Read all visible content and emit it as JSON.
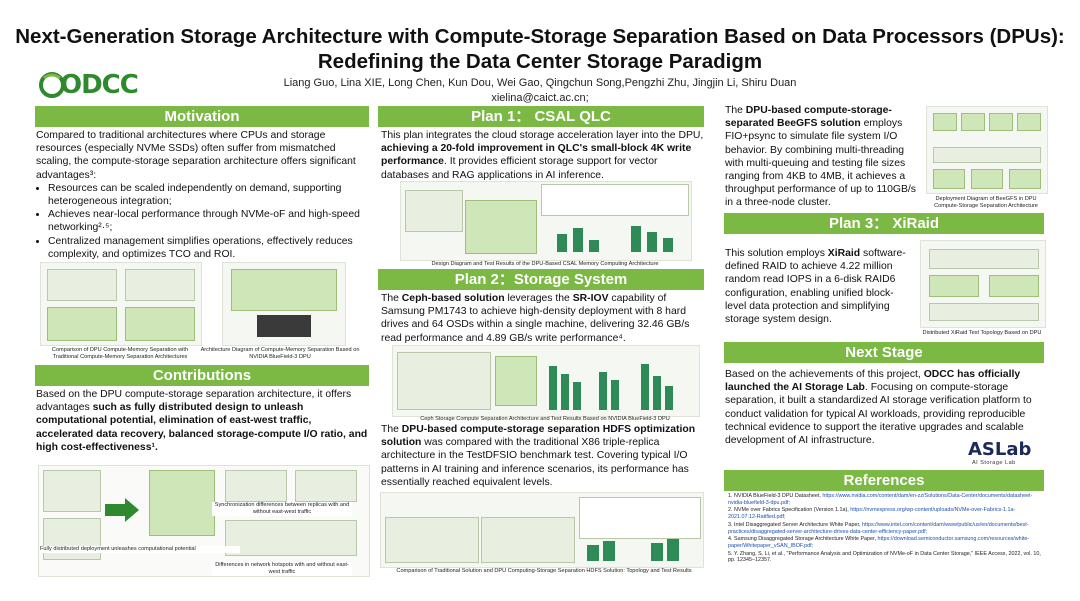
{
  "title": "Next-Generation Storage Architecture with Compute-Storage Separation Based on Data Processors (DPUs): Redefining the Data Center Storage Paradigm",
  "authors": "Liang Guo, Lina XIE, Long Chen, Kun Dou, Wei Gao, Qingchun Song,Pengzhi Zhu, Jingjin Li, Shiru Duan",
  "email": "xielina@caict.ac.cn;",
  "logo": "ODCC",
  "motivation": {
    "heading": "Motivation",
    "intro": "Compared to traditional architectures where CPUs and storage resources (especially NVMe SSDs) often suffer from mismatched scaling, the compute-storage separation architecture offers significant advantages³:",
    "bullets": [
      "Resources can be scaled independently on demand, supporting heterogeneous integration;",
      "Achieves near-local performance through NVMe-oF and high-speed networking²·⁵;",
      "Centralized management simplifies operations, effectively reduces complexity, and optimizes TCO and ROI."
    ],
    "cap1": "Comparison of DPU Compute-Memory Separation with Traditional Compute-Memory Separation Architectures",
    "cap2": "Architecture Diagram of Compute-Memory Separation Based on NVIDIA BlueField-3 DPU"
  },
  "contributions": {
    "heading": "Contributions",
    "lead": "Based on the DPU compute-storage separation architecture, it offers advantages ",
    "bold": "such as fully distributed design to unleash computational potential, elimination of east-west traffic, accelerated data recovery, balanced storage-compute I/O ratio, and high cost-effectiveness¹.",
    "cap_left": "Fully distributed deployment unleashes computational potential",
    "cap_mid": "Synchronization differences between replicas with and without east-west traffic",
    "cap_bottom": "Differences in network hotspots with and without east-west traffic"
  },
  "plan1": {
    "heading": "Plan 1： CSAL QLC",
    "lead": "This plan integrates the cloud storage acceleration layer into the DPU, ",
    "bold": "achieving a 20-fold improvement in QLC's small-block 4K write performance",
    "tail": ". It provides efficient storage support for vector databases and RAG applications in AI inference.",
    "cap": "Design Diagram and Test Results of the DPU-Based CSAL Memory Computing Architecture"
  },
  "plan2": {
    "heading": "Plan 2：Storage System",
    "p1_a": "The ",
    "p1_b1": "Ceph-based solution",
    "p1_c": " leverages the ",
    "p1_b2": "SR-IOV",
    "p1_d": " capability of Samsung PM1743 to achieve high-density deployment with 8 hard drives and 64 OSDs within a single machine, delivering 32.46 GB/s read performance and 4.89 GB/s write performance⁴.",
    "cap1": "Ceph Storage Compute Separation Architecture and Test Results Based on NVIDIA BlueField-3 DPU",
    "p2_a": "The ",
    "p2_b": "DPU-based compute-storage separation HDFS optimization solution",
    "p2_c": " was compared with the traditional X86 triple-replica architecture in the TestDFSIO benchmark test. Covering typical I/O patterns in AI training and inference scenarios, its performance has essentially reached equivalent levels.",
    "cap2": "Comparison of Traditional Solution and DPU Computing-Storage Separation HDFS Solution: Topology and Test Results"
  },
  "beegfs": {
    "a": "The ",
    "b": "DPU-based compute-storage-separated BeeGFS solution",
    "c": " employs FIO+psync to simulate file system I/O behavior. By combining multi-threading with multi-queuing and testing file sizes ranging from 4KB to 4MB, it achieves a throughput performance of up to 110GB/s in a three-node cluster.",
    "cap": "Deployment Diagram of BeeGFS in DPU Compute-Storage Separation Architecture"
  },
  "plan3": {
    "heading": "Plan 3： XiRaid",
    "a": "This solution employs ",
    "b": "XiRaid",
    "c": " software-defined RAID to achieve 4.22 million random read IOPS in a 6-disk RAID6 configuration, enabling unified block-level data protection and simplifying storage system design.",
    "cap": "Distributed XiRaid Test Topology Based on DPU"
  },
  "next": {
    "heading": "Next Stage",
    "a": "Based on the achievements of this project, ",
    "b": "ODCC has officially launched the AI Storage Lab",
    "c": ". Focusing on compute-storage separation, it built a standardized AI storage verification platform to conduct validation for typical AI workloads, providing reproducible technical evidence to support the iterative upgrades and scalable development of AI infrastructure.",
    "logo_main": "ASLab",
    "logo_sub": "AI Storage Lab"
  },
  "references": {
    "heading": "References",
    "items": [
      {
        "n": "1.",
        "t": "NVIDIA BlueField-3 DPU Datasheet, ",
        "u": "https://www.nvidia.com/content/dam/en-zz/Solutions/Data-Center/documents/datasheet-nvidia-bluefield-3-dpu.pdf;"
      },
      {
        "n": "2.",
        "t": "NVMe over Fabrics Specification (Version 1.1a), ",
        "u": "https://nvmexpress.org/wp-content/uploads/NVMe-over-Fabrics-1.1a-2021.07.12-Ratified.pdf;"
      },
      {
        "n": "3.",
        "t": "Intel Disaggregated Server Architecture White Paper, ",
        "u": "https://www.intel.com/content/dam/www/public/us/en/documents/best-practices/disaggregated-server-architecture-drives-data-center-efficiency-paper.pdf;"
      },
      {
        "n": "4.",
        "t": "Samsung Disaggregated Storage Architecture White Paper, ",
        "u": "https://download.semiconductor.samsung.com/resources/white-paper/Whitepaper_vSAN_IBOF.pdf;"
      },
      {
        "n": "5.",
        "t": "Y. Zhang, S. Li, et al., \"Performance Analysis and Optimization of NVMe-oF in Data Center Storage,\" IEEE Access, 2022, vol. 10, pp. 12345–12357.",
        "u": ""
      }
    ]
  }
}
